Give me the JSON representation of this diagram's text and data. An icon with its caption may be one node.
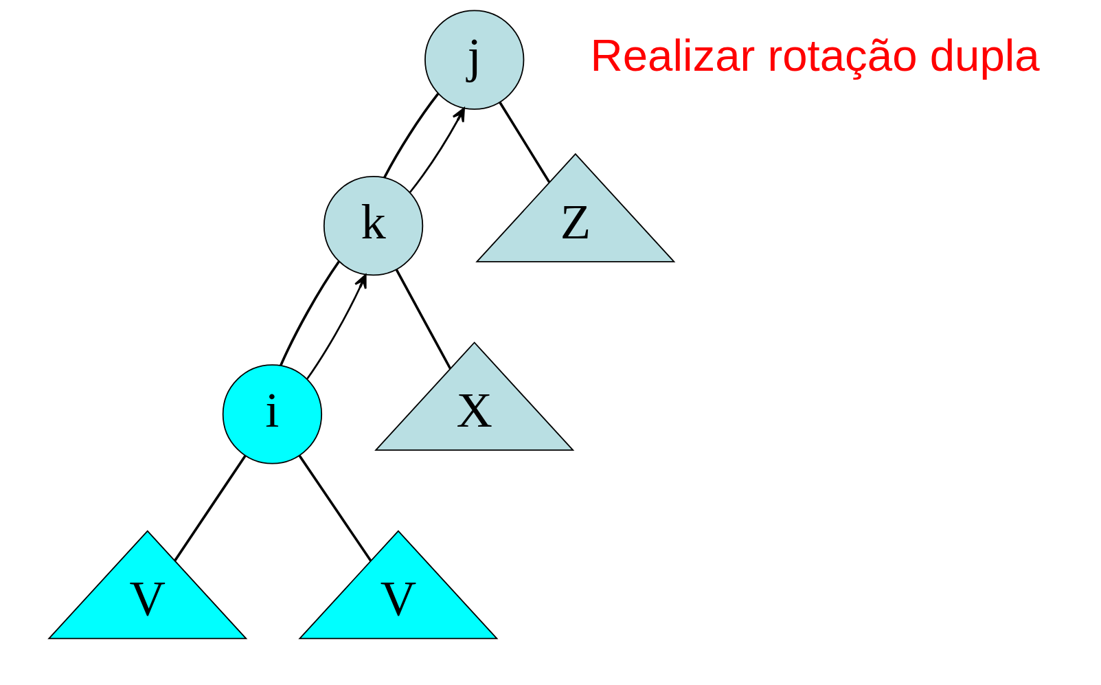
{
  "diagram": {
    "nodes": [
      {
        "text": [
          "j"
        ]
      },
      {
        "text": [
          "k"
        ]
      },
      {
        "text": [
          "i"
        ]
      },
      {
        "text": [
          "X"
        ]
      },
      {
        "text": [
          "Z"
        ]
      },
      {
        "text": [
          "V"
        ]
      },
      {
        "text": [
          "V"
        ]
      }
    ],
    "edges": [
      {
        "from": 0,
        "to": 1,
        "arrow": "none"
      },
      {
        "from": 0,
        "to": 4,
        "arrow": "none"
      },
      {
        "from": 1,
        "to": 3,
        "arrow": "none"
      },
      {
        "from": 1,
        "to": 2,
        "arrow": "none"
      },
      {
        "from": 2,
        "to": 5,
        "arrow": "none"
      },
      {
        "from": 2,
        "to": 6,
        "arrow": "none"
      },
      {
        "from": 2,
        "to": 1,
        "arrow": "to"
      },
      {
        "from": 1,
        "to": 0,
        "arrow": "to"
      }
    ],
    "labels": [
      "Realizar rotação dupla"
    ]
  }
}
